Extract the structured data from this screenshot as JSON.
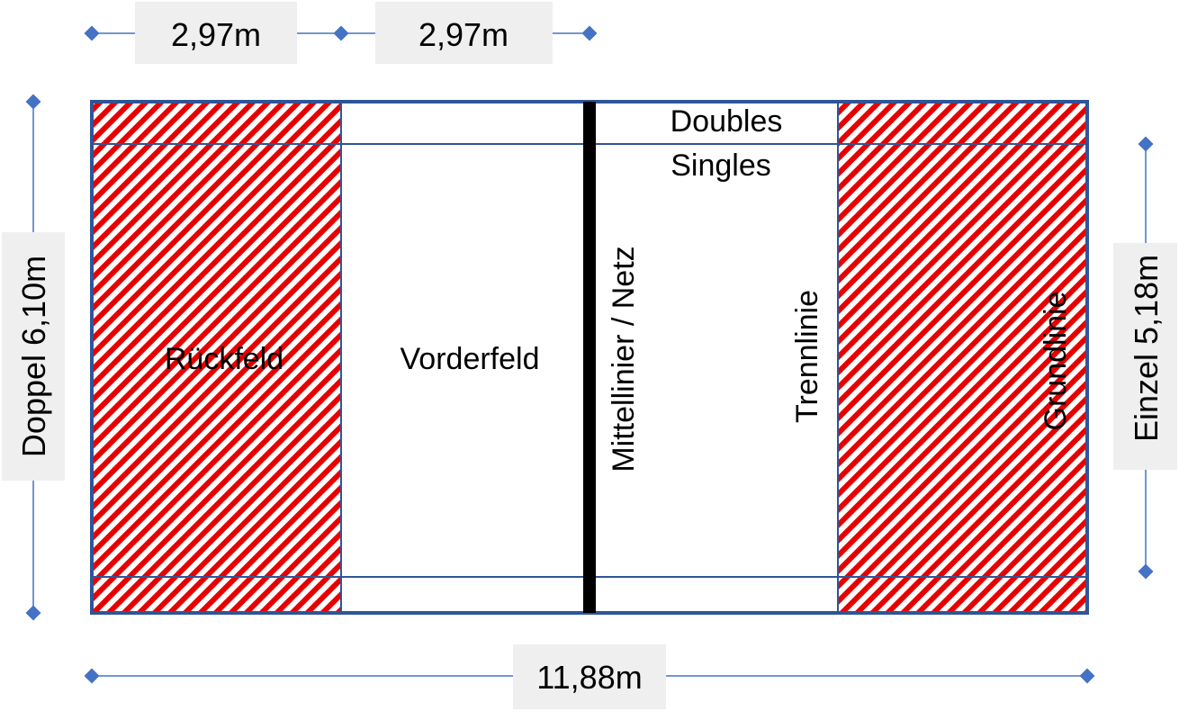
{
  "dimensions": {
    "top_left": "2,97m",
    "top_right": "2,97m",
    "bottom": "11,88m",
    "left": "Doppel 6,10m",
    "right": "Einzel 5,18m"
  },
  "court_labels": {
    "doubles": "Doubles",
    "singles": "Singles",
    "rear_field": "Rückfeld",
    "front_field": "Vorderfeld",
    "net": "Mittellinier / Netz",
    "separation_line": "Trennlinie",
    "baseline": "Grundlinie"
  },
  "colors": {
    "court_line": "#2f5597",
    "dimension_line": "#4472c4",
    "hatch_red": "#e60000",
    "net": "#000000",
    "label_box": "#efefef"
  }
}
